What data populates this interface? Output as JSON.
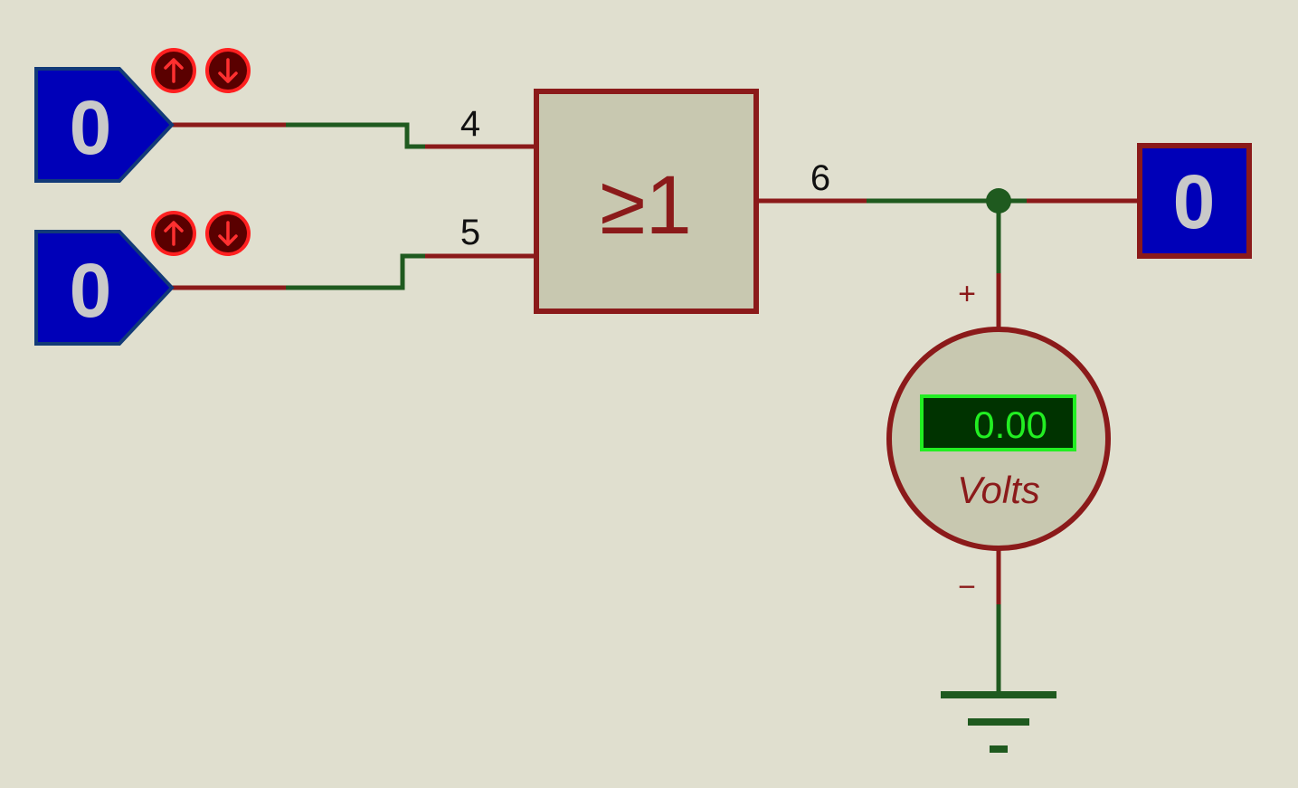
{
  "inputs": [
    {
      "value": "0",
      "up_icon": "arrow-up-icon",
      "down_icon": "arrow-down-icon"
    },
    {
      "value": "0",
      "up_icon": "arrow-up-icon",
      "down_icon": "arrow-down-icon"
    }
  ],
  "gate": {
    "symbol": "≥1",
    "pins": {
      "in_a": "4",
      "in_b": "5",
      "out": "6"
    }
  },
  "output_probe": {
    "value": "0"
  },
  "voltmeter": {
    "reading": "0.00",
    "unit": "Volts",
    "plus": "+",
    "minus": "−"
  },
  "colors": {
    "background": "#e0dfcf",
    "wire_low": "#8b1a1a",
    "wire_net": "#1f5a1f",
    "probe_fill": "#0000b8",
    "gate_fill": "#c8c8b0",
    "lcd_bg": "#003300",
    "lcd_text": "#22ee22"
  }
}
